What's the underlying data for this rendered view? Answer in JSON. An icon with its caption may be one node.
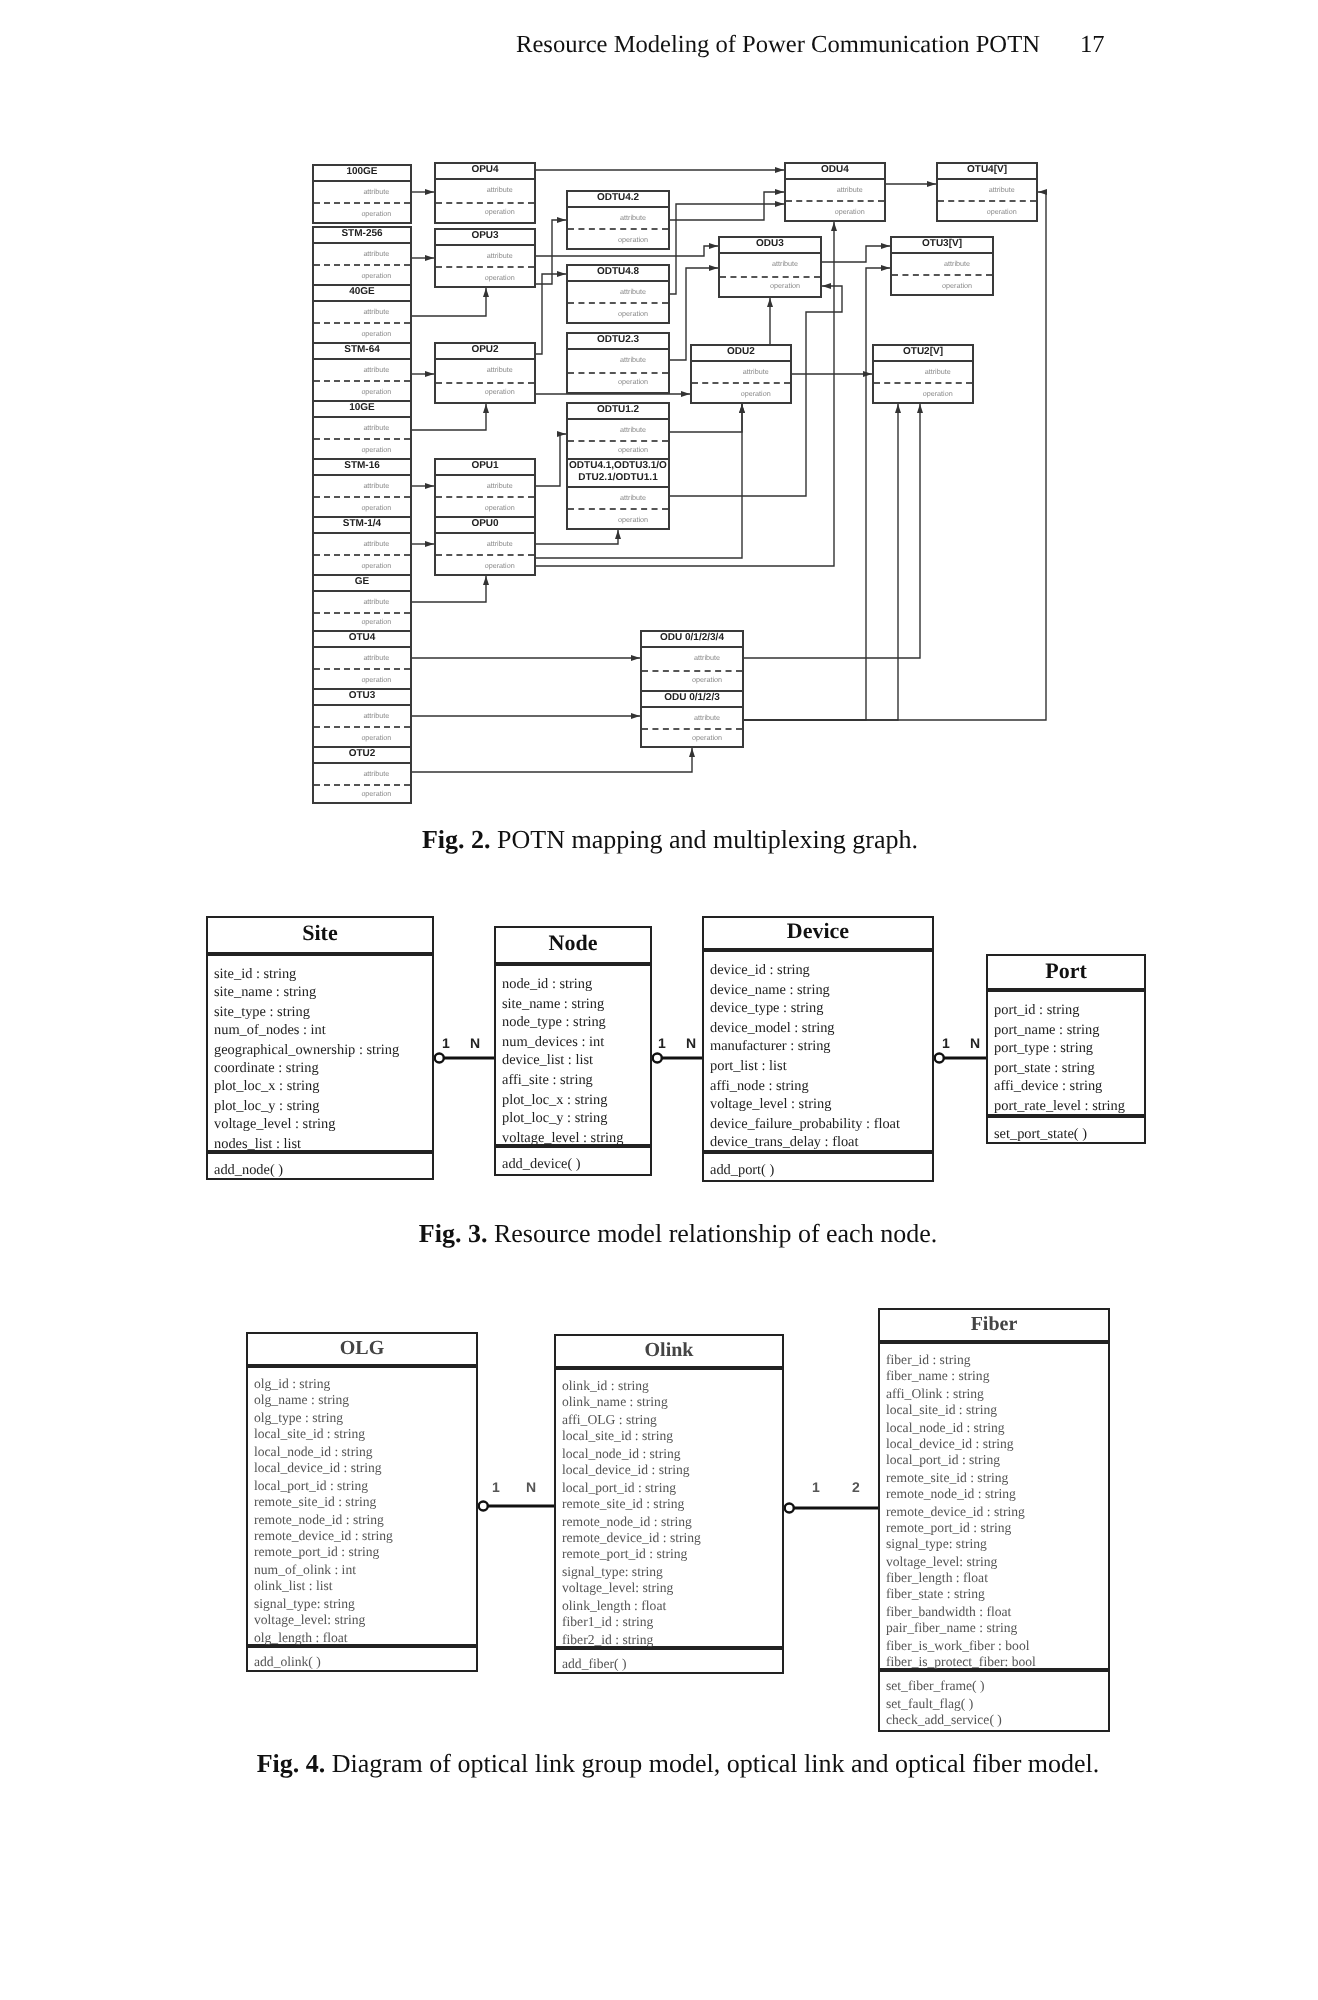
{
  "diagram": {
    "nodes": [
      {
        "text": [
          "100GE",
          "attribute",
          "operation"
        ]
      },
      {
        "text": [
          "STM-256",
          "attribute",
          "operation"
        ]
      },
      {
        "text": [
          "40GE",
          "attribute",
          "operation"
        ]
      },
      {
        "text": [
          "STM-64",
          "attribute",
          "operation"
        ]
      },
      {
        "text": [
          "10GE",
          "attribute",
          "operation"
        ]
      },
      {
        "text": [
          "STM-16",
          "attribute",
          "operation"
        ]
      },
      {
        "text": [
          "STM-1/4",
          "attribute",
          "operation"
        ]
      },
      {
        "text": [
          "GE",
          "attribute",
          "operation"
        ]
      },
      {
        "text": [
          "OTU4",
          "attribute",
          "operation"
        ]
      },
      {
        "text": [
          "OTU3",
          "attribute",
          "operation"
        ]
      },
      {
        "text": [
          "OTU2",
          "attribute",
          "operation"
        ]
      },
      {
        "text": [
          "OPU4",
          "attribute",
          "operation"
        ]
      },
      {
        "text": [
          "OPU3",
          "attribute",
          "operation"
        ]
      },
      {
        "text": [
          "OPU2",
          "attribute",
          "operation"
        ]
      },
      {
        "text": [
          "OPU1",
          "attribute",
          "operation"
        ]
      },
      {
        "text": [
          "OPU0",
          "attribute",
          "operation"
        ]
      },
      {
        "text": [
          "ODTU4.2",
          "attribute",
          "operation"
        ]
      },
      {
        "text": [
          "ODTU4.8",
          "attribute",
          "operation"
        ]
      },
      {
        "text": [
          "ODTU2.3",
          "attribute",
          "operation"
        ]
      },
      {
        "text": [
          "ODTU1.2",
          "attribute",
          "operation"
        ]
      },
      {
        "text": [
          "ODTU4.1,ODTU3.1/ODTU2.1/ODTU1.1",
          "attribute",
          "operation"
        ]
      },
      {
        "text": [
          "ODU4",
          "attribute",
          "operation"
        ]
      },
      {
        "text": [
          "OTU4[V]",
          "attribute",
          "operation"
        ]
      },
      {
        "text": [
          "ODU3",
          "attribute",
          "operation"
        ]
      },
      {
        "text": [
          "OTU3[V]",
          "attribute",
          "operation"
        ]
      },
      {
        "text": [
          "ODU2",
          "attribute",
          "operation"
        ]
      },
      {
        "text": [
          "OTU2[V]",
          "attribute",
          "operation"
        ]
      },
      {
        "text": [
          "ODU 0/1/2/3/4",
          "attribute",
          "operation"
        ]
      },
      {
        "text": [
          "ODU 0/1/2/3",
          "attribute",
          "operation"
        ]
      },
      {
        "text": [
          "Site",
          "site_id : string",
          "site_name : string",
          "site_type : string",
          "num_of_nodes : int",
          "geographical_ownership : string",
          "coordinate : string",
          "plot_loc_x : string",
          "plot_loc_y : string",
          "voltage_level : string",
          "nodes_list : list",
          "add_node( )"
        ]
      },
      {
        "text": [
          "Node",
          "node_id : string",
          "site_name : string",
          "node_type : string",
          "num_devices : int",
          "device_list : list",
          "affi_site : string",
          "plot_loc_x : string",
          "plot_loc_y : string",
          "voltage_level : string",
          "add_device( )"
        ]
      },
      {
        "text": [
          "Device",
          "device_id : string",
          "device_name : string",
          "device_type : string",
          "device_model : string",
          "manufacturer : string",
          "port_list : list",
          "affi_node : string",
          "voltage_level : string",
          "device_failure_probability : float",
          "device_trans_delay : float",
          "add_port( )"
        ]
      },
      {
        "text": [
          "Port",
          "port_id : string",
          "port_name : string",
          "port_type : string",
          "port_state : string",
          "affi_device : string",
          "port_rate_level : string",
          "set_port_state( )"
        ]
      },
      {
        "text": [
          "OLG",
          "olg_id : string",
          "olg_name : string",
          "olg_type : string",
          "local_site_id : string",
          "local_node_id : string",
          "local_device_id : string",
          "local_port_id : string",
          "remote_site_id : string",
          "remote_node_id : string",
          "remote_device_id : string",
          "remote_port_id : string",
          "num_of_olink : int",
          "olink_list : list",
          "signal_type: string",
          "voltage_level: string",
          "olg_length : float",
          "add_olink( )"
        ]
      },
      {
        "text": [
          "Olink",
          "olink_id : string",
          "olink_name : string",
          "affi_OLG : string",
          "local_site_id : string",
          "local_node_id : string",
          "local_device_id : string",
          "local_port_id : string",
          "remote_site_id : string",
          "remote_node_id : string",
          "remote_device_id : string",
          "remote_port_id : string",
          "signal_type: string",
          "voltage_level: string",
          "olink_length : float",
          "fiber1_id : string",
          "fiber2_id : string",
          "add_fiber( )"
        ]
      },
      {
        "text": [
          "Fiber",
          "fiber_id : string",
          "fiber_name : string",
          "affi_Olink : string",
          "local_site_id : string",
          "local_node_id : string",
          "local_device_id : string",
          "local_port_id : string",
          "remote_site_id : string",
          "remote_node_id : string",
          "remote_device_id : string",
          "remote_port_id : string",
          "signal_type: string",
          "voltage_level: string",
          "fiber_length : float",
          "fiber_state : string",
          "fiber_bandwidth : float",
          "pair_fiber_name : string",
          "fiber_is_work_fiber : bool",
          "fiber_is_protect_fiber: bool",
          "set_fiber_frame( )",
          "set_fault_flag( )",
          "check_add_service( )"
        ]
      }
    ],
    "edges": [
      {
        "from": 0,
        "to": 11,
        "arrow": "to"
      },
      {
        "from": 1,
        "to": 12,
        "arrow": "to"
      },
      {
        "from": 2,
        "to": 12,
        "arrow": "to"
      },
      {
        "from": 3,
        "to": 13,
        "arrow": "to"
      },
      {
        "from": 4,
        "to": 13,
        "arrow": "to"
      },
      {
        "from": 5,
        "to": 14,
        "arrow": "to"
      },
      {
        "from": 6,
        "to": 15,
        "arrow": "to"
      },
      {
        "from": 7,
        "to": 15,
        "arrow": "to"
      },
      {
        "from": 8,
        "to": 27,
        "arrow": "to"
      },
      {
        "from": 9,
        "to": 28,
        "arrow": "to"
      },
      {
        "from": 10,
        "to": 28,
        "arrow": "to"
      },
      {
        "from": 11,
        "to": 21,
        "arrow": "to"
      },
      {
        "from": 12,
        "to": 23,
        "arrow": "to"
      },
      {
        "from": 13,
        "to": 25,
        "arrow": "to"
      },
      {
        "from": 12,
        "to": 16,
        "arrow": "to"
      },
      {
        "from": 13,
        "to": 17,
        "arrow": "to"
      },
      {
        "from": 14,
        "to": 19,
        "arrow": "to"
      },
      {
        "from": 16,
        "to": 21,
        "arrow": "to"
      },
      {
        "from": 17,
        "to": 21,
        "arrow": "to"
      },
      {
        "from": 18,
        "to": 23,
        "arrow": "to"
      },
      {
        "from": 19,
        "to": 25,
        "arrow": "to"
      },
      {
        "from": 20,
        "to": 23,
        "arrow": "to"
      },
      {
        "from": 15,
        "to": 20,
        "arrow": "to"
      },
      {
        "from": 15,
        "to": 25,
        "arrow": "to"
      },
      {
        "from": 15,
        "to": 21,
        "arrow": "to"
      },
      {
        "from": 21,
        "to": 22,
        "arrow": "to"
      },
      {
        "from": 23,
        "to": 24,
        "arrow": "to"
      },
      {
        "from": 25,
        "to": 26,
        "arrow": "to"
      },
      {
        "from": 25,
        "to": 23,
        "arrow": "to"
      },
      {
        "from": 27,
        "to": 26,
        "arrow": "to"
      },
      {
        "from": 28,
        "to": 24,
        "arrow": "to"
      },
      {
        "from": 28,
        "to": 26,
        "arrow": "to"
      },
      {
        "from": 28,
        "to": 22,
        "arrow": "to"
      },
      {
        "from": 29,
        "to": 30,
        "arrow": "other"
      },
      {
        "from": 30,
        "to": 31,
        "arrow": "other"
      },
      {
        "from": 31,
        "to": 32,
        "arrow": "other"
      },
      {
        "from": 33,
        "to": 34,
        "arrow": "other"
      },
      {
        "from": 34,
        "to": 35,
        "arrow": "other"
      }
    ],
    "labels": [
      "Resource Modeling of Power Communication POTN",
      "17",
      "**Fig. 2.** POTN mapping and multiplexing graph.",
      "1",
      "N",
      "1",
      "N",
      "1",
      "N",
      "**Fig. 3.** Resource model relationship of each node.",
      "1",
      "N",
      "1",
      "2",
      "**Fig. 4.** Diagram of optical link group model, optical link and optical fiber model."
    ]
  }
}
